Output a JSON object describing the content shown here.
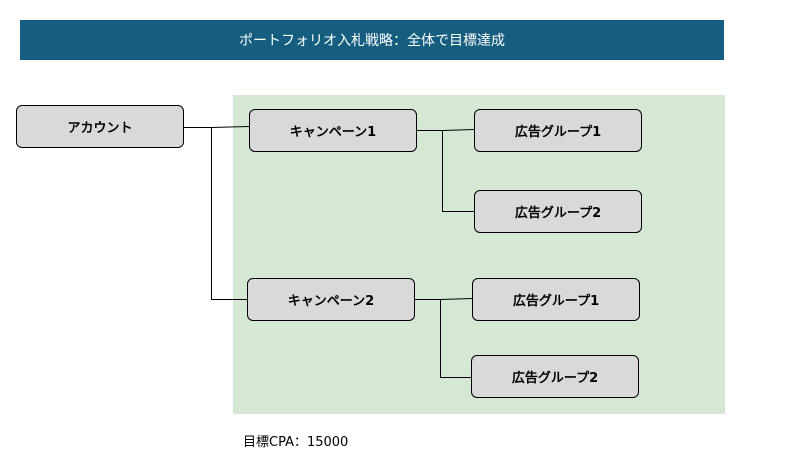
{
  "title": "ポートフォリオ入札戦略：全体で目標達成",
  "account": "アカウント",
  "campaigns": [
    {
      "label": "キャンペーン1",
      "ad_groups": [
        "広告グループ1",
        "広告グループ2"
      ]
    },
    {
      "label": "キャンペーン2",
      "ad_groups": [
        "広告グループ1",
        "広告グループ2"
      ]
    }
  ],
  "target_note": "目標CPA：15000",
  "colors": {
    "title_bg": "#165e80",
    "portfolio_bg": "#d5e8d4",
    "node_fill": "#d9d9d9"
  }
}
